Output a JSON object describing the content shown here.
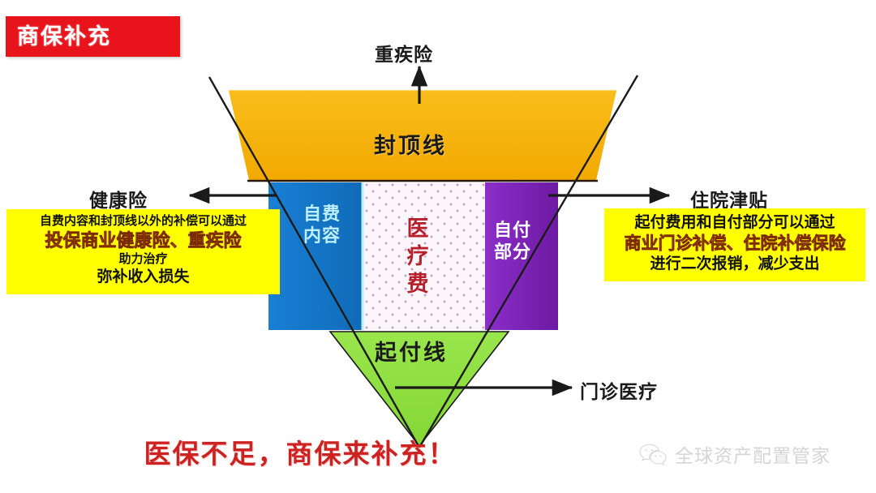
{
  "banner": {
    "label": "商保补充"
  },
  "diagram": {
    "type": "inverted-funnel",
    "title_top_arrow": "重疾险",
    "bands": [
      {
        "id": "cap",
        "label": "封顶线",
        "color": "#f5b314",
        "text_color": "#1a1a1a"
      },
      {
        "id": "self-paid",
        "label": "自费内容",
        "label_lines": [
          "自费",
          "内容"
        ],
        "color": "#1272c4",
        "text_color": "#bdf0ff"
      },
      {
        "id": "medical-fee",
        "label": "医疗费",
        "label_chars": [
          "医",
          "疗",
          "费"
        ],
        "color": "#faf6fa",
        "text_color": "#b5202b"
      },
      {
        "id": "co-payment",
        "label": "自付部分",
        "label_lines": [
          "自付",
          "部分"
        ],
        "color": "#7e22b5",
        "text_color": "#ffffff"
      },
      {
        "id": "deductible",
        "label": "起付线",
        "color": "#8ade3f",
        "text_color": "#1a1a1a"
      }
    ],
    "arrows": {
      "top": {
        "label": "重疾险",
        "direction": "up"
      },
      "left": {
        "label": "健康险",
        "direction": "left"
      },
      "right": {
        "label": "住院津贴",
        "direction": "right"
      },
      "bottom": {
        "label": "门诊医疗",
        "direction": "right"
      }
    }
  },
  "callout_left": {
    "line1": "自费内容和封顶线以外的补偿可以通过",
    "line2": "投保商业健康险、重疾险",
    "line3": "助力治疗",
    "line4": "弥补收入损失",
    "bg": "#ffff00",
    "highlight_color": "#f07800"
  },
  "callout_right": {
    "line1": "起付费用和自付部分可以通过",
    "line2": "商业门诊补偿、住院补偿保险",
    "line3": "进行二次报销，减少支出",
    "bg": "#ffff00",
    "highlight_color": "#f07800"
  },
  "slogan": {
    "text": "医保不足，商保来补充！",
    "color": "#cc2222"
  },
  "watermark": {
    "text": "全球资产配置管家",
    "icon": "wechat-icon"
  }
}
